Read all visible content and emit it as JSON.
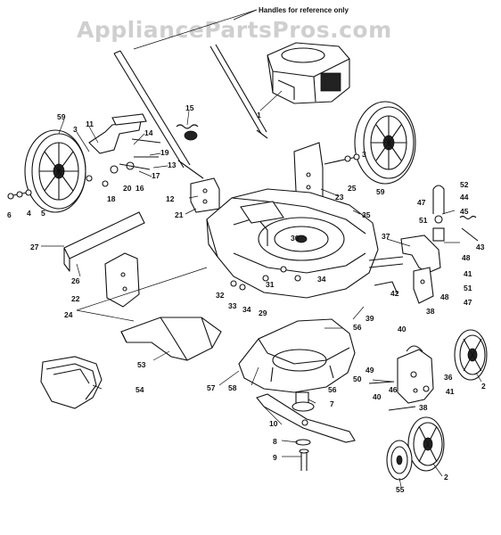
{
  "watermark": "AppliancePartsPros.com",
  "reference_note": "Handles for reference only",
  "callouts": [
    {
      "id": "c1",
      "label": "1"
    },
    {
      "id": "c59a",
      "label": "59"
    },
    {
      "id": "c11",
      "label": "11"
    },
    {
      "id": "c3a",
      "label": "3"
    },
    {
      "id": "c14",
      "label": "14"
    },
    {
      "id": "c15",
      "label": "15"
    },
    {
      "id": "c19",
      "label": "19"
    },
    {
      "id": "c13",
      "label": "13"
    },
    {
      "id": "c17",
      "label": "17"
    },
    {
      "id": "c16",
      "label": "16"
    },
    {
      "id": "c20",
      "label": "20"
    },
    {
      "id": "c18",
      "label": "18"
    },
    {
      "id": "c6",
      "label": "6"
    },
    {
      "id": "c4",
      "label": "4"
    },
    {
      "id": "c5",
      "label": "5"
    },
    {
      "id": "c12",
      "label": "12"
    },
    {
      "id": "c21",
      "label": "21"
    },
    {
      "id": "c3b",
      "label": "3"
    },
    {
      "id": "c25",
      "label": "25"
    },
    {
      "id": "c59b",
      "label": "59"
    },
    {
      "id": "c23",
      "label": "23"
    },
    {
      "id": "c52",
      "label": "52"
    },
    {
      "id": "c47a",
      "label": "47"
    },
    {
      "id": "c44",
      "label": "44"
    },
    {
      "id": "c45",
      "label": "45"
    },
    {
      "id": "c51a",
      "label": "51"
    },
    {
      "id": "c43",
      "label": "43"
    },
    {
      "id": "c35",
      "label": "35"
    },
    {
      "id": "c37",
      "label": "37"
    },
    {
      "id": "c30",
      "label": "30"
    },
    {
      "id": "c27",
      "label": "27"
    },
    {
      "id": "c48a",
      "label": "48"
    },
    {
      "id": "c41a",
      "label": "41"
    },
    {
      "id": "c51b",
      "label": "51"
    },
    {
      "id": "c47b",
      "label": "47"
    },
    {
      "id": "c42",
      "label": "42"
    },
    {
      "id": "c48b",
      "label": "48"
    },
    {
      "id": "c38a",
      "label": "38"
    },
    {
      "id": "c26",
      "label": "26"
    },
    {
      "id": "c22",
      "label": "22"
    },
    {
      "id": "c24",
      "label": "24"
    },
    {
      "id": "c32",
      "label": "32"
    },
    {
      "id": "c31",
      "label": "31"
    },
    {
      "id": "c34a",
      "label": "34"
    },
    {
      "id": "c33",
      "label": "33"
    },
    {
      "id": "c34b",
      "label": "34"
    },
    {
      "id": "c29",
      "label": "29"
    },
    {
      "id": "c39",
      "label": "39"
    },
    {
      "id": "c40a",
      "label": "40"
    },
    {
      "id": "c56a",
      "label": "56"
    },
    {
      "id": "c53",
      "label": "53"
    },
    {
      "id": "c54",
      "label": "54"
    },
    {
      "id": "c57",
      "label": "57"
    },
    {
      "id": "c58",
      "label": "58"
    },
    {
      "id": "c56b",
      "label": "56"
    },
    {
      "id": "c7",
      "label": "7"
    },
    {
      "id": "c49",
      "label": "49"
    },
    {
      "id": "c50",
      "label": "50"
    },
    {
      "id": "c40b",
      "label": "40"
    },
    {
      "id": "c46",
      "label": "46"
    },
    {
      "id": "c38b",
      "label": "38"
    },
    {
      "id": "c36",
      "label": "36"
    },
    {
      "id": "c41b",
      "label": "41"
    },
    {
      "id": "c2a",
      "label": "2"
    },
    {
      "id": "c10",
      "label": "10"
    },
    {
      "id": "c8",
      "label": "8"
    },
    {
      "id": "c9",
      "label": "9"
    },
    {
      "id": "c2b",
      "label": "2"
    },
    {
      "id": "c55",
      "label": "55"
    }
  ]
}
